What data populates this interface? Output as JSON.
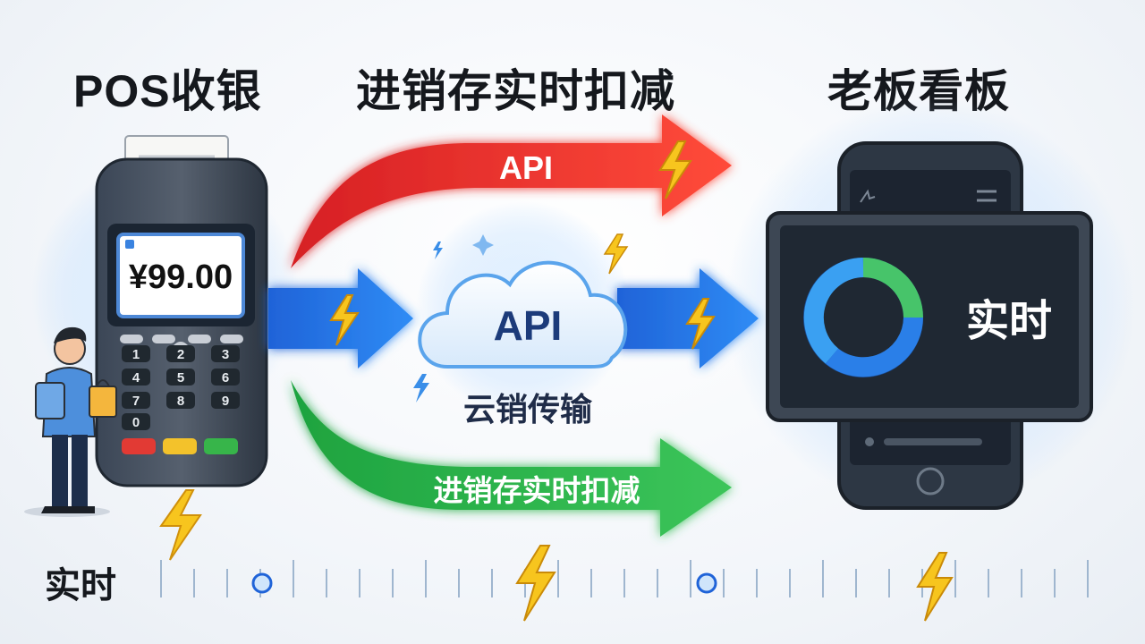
{
  "titles": {
    "pos": "POS收银",
    "inventory": "进销存实时扣减",
    "boss": "老板看板"
  },
  "pos_terminal": {
    "screen_amount": "¥99.00",
    "keypad": [
      "1",
      "2",
      "3",
      "4",
      "5",
      "6",
      "7",
      "8",
      "9",
      "0"
    ]
  },
  "flows": {
    "red_arrow_label": "API",
    "cloud_label": "API",
    "cloud_caption": "云销传输",
    "green_arrow_label": "进销存实时扣减"
  },
  "dashboard": {
    "label": "实时"
  },
  "timeline": {
    "label": "实时"
  },
  "colors": {
    "red": "#e8322f",
    "blue": "#1f6fe0",
    "green": "#2fb34a",
    "lightning": "#f7c51e",
    "dark_device": "#2f3a48"
  }
}
